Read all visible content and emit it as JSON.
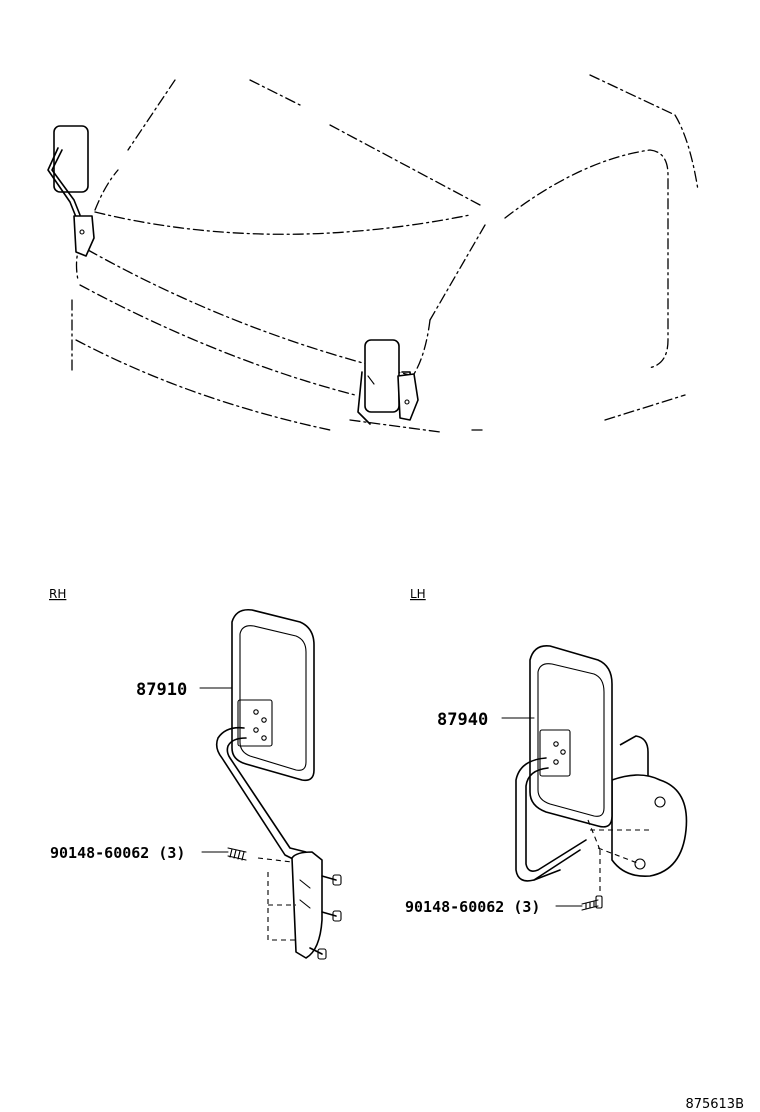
{
  "views": {
    "rh_label": "RH",
    "lh_label": "LH"
  },
  "parts": {
    "rh_mirror": "87910",
    "lh_mirror": "87940",
    "rh_screw": "90148-60062 (3)",
    "lh_screw": "90148-60062 (3)"
  },
  "diagram_ref": "875613B",
  "icons": {
    "vehicle": "truck-cab-outline-icon",
    "mirror": "outside-rear-view-mirror-icon",
    "screw": "screw-icon"
  },
  "colors": {
    "ink": "#000000",
    "paper": "#ffffff"
  }
}
